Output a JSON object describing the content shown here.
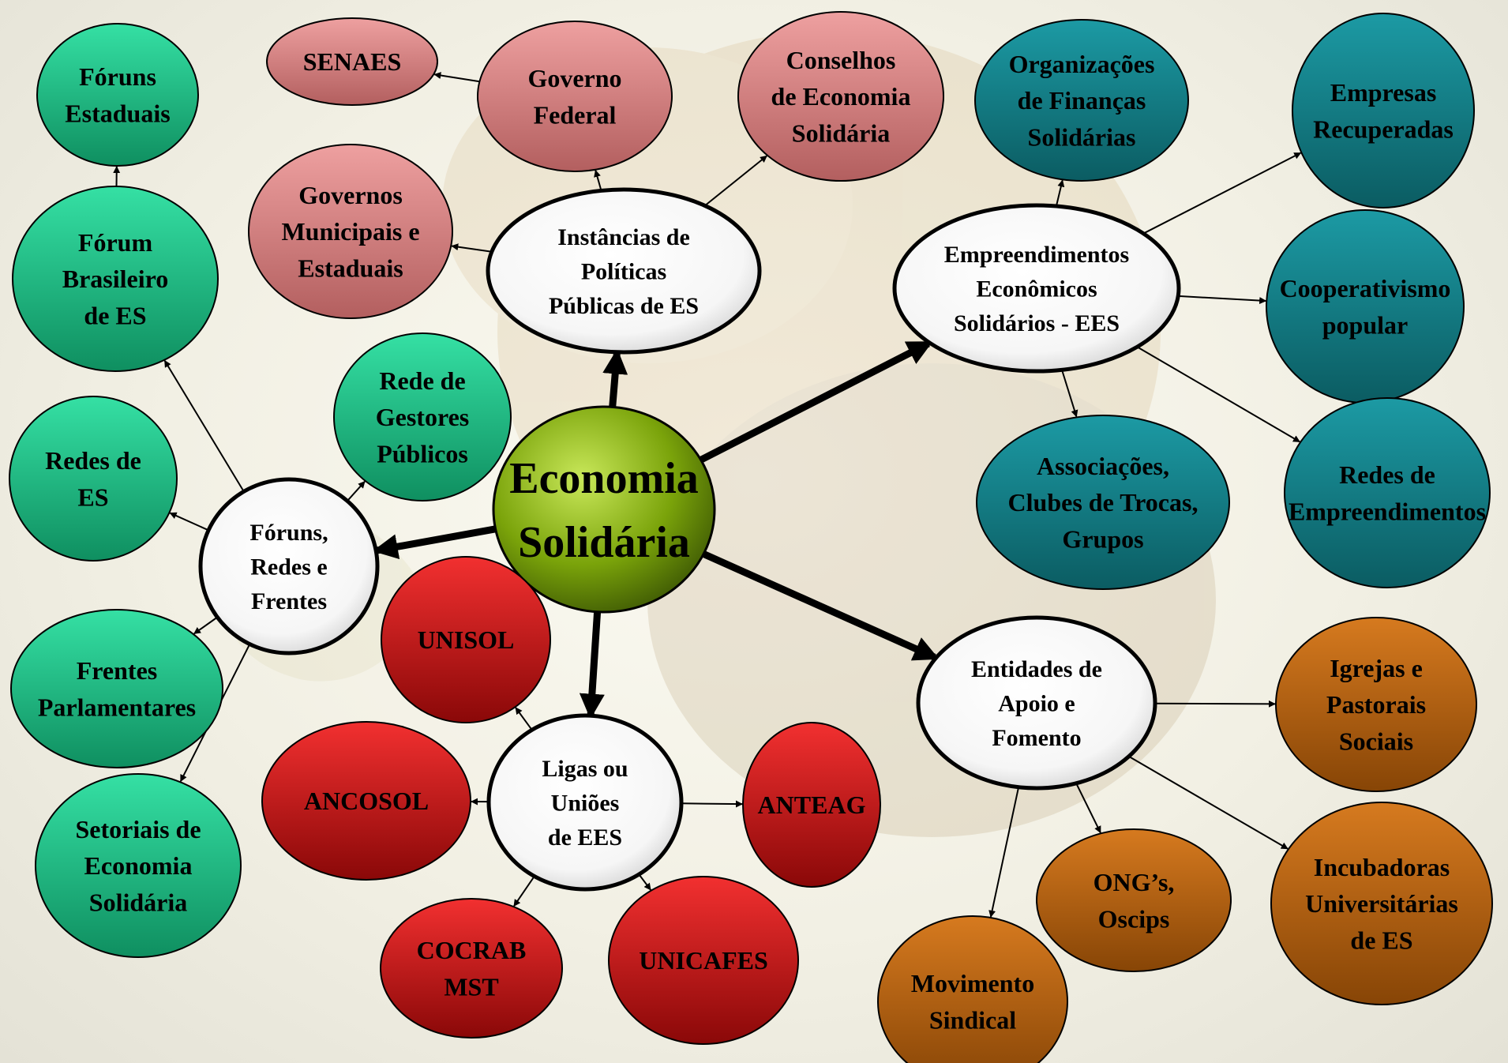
{
  "colors": {
    "root": "#7aa30a",
    "hub": "#ffffff",
    "green": "#19b77f",
    "pink": "#d97e7e",
    "teal": "#117e87",
    "red": "#c41616",
    "orange": "#b3600d"
  },
  "root": {
    "lines": [
      "Economia",
      "Solidária"
    ]
  },
  "nodes": [
    {
      "id": "hub-policies",
      "kind": "hub",
      "lines": [
        "Instâncias de",
        "Políticas",
        "Públicas de ES"
      ]
    },
    {
      "id": "hub-enterprises",
      "kind": "hub",
      "lines": [
        "Empreendimentos",
        "Econômicos",
        "Solidários - EES"
      ]
    },
    {
      "id": "hub-forums",
      "kind": "hub",
      "lines": [
        "Fóruns,",
        "Redes e",
        "Frentes"
      ]
    },
    {
      "id": "hub-leagues",
      "kind": "hub",
      "lines": [
        "Ligas ou",
        "Uniões",
        "de EES"
      ]
    },
    {
      "id": "hub-support",
      "kind": "hub",
      "lines": [
        "Entidades de",
        "Apoio e",
        "Fomento"
      ]
    },
    {
      "id": "senaes",
      "kind": "pink",
      "lines": [
        "SENAES"
      ]
    },
    {
      "id": "governo-federal",
      "kind": "pink",
      "lines": [
        "Governo",
        "Federal"
      ]
    },
    {
      "id": "conselhos",
      "kind": "pink",
      "lines": [
        "Conselhos",
        "de Economia",
        "Solidária"
      ]
    },
    {
      "id": "governos-municipais",
      "kind": "pink",
      "lines": [
        "Governos",
        "Municipais e",
        "Estaduais"
      ]
    },
    {
      "id": "foruns-estaduais",
      "kind": "green",
      "lines": [
        "Fóruns",
        "Estaduais"
      ]
    },
    {
      "id": "forum-brasileiro",
      "kind": "green",
      "lines": [
        "Fórum",
        "Brasileiro",
        "de ES"
      ]
    },
    {
      "id": "rede-gestores",
      "kind": "green",
      "lines": [
        "Rede de",
        "Gestores",
        "Públicos"
      ]
    },
    {
      "id": "redes-es",
      "kind": "green",
      "lines": [
        "Redes de",
        "ES"
      ]
    },
    {
      "id": "frentes-parlamentares",
      "kind": "green",
      "lines": [
        "Frentes",
        "Parlamentares"
      ]
    },
    {
      "id": "setoriais",
      "kind": "green",
      "lines": [
        "Setoriais de",
        "Economia",
        "Solidária"
      ]
    },
    {
      "id": "org-financas",
      "kind": "teal",
      "lines": [
        "Organizações",
        "de Finanças",
        "Solidárias"
      ]
    },
    {
      "id": "empresas-recuperadas",
      "kind": "teal",
      "lines": [
        "Empresas",
        "Recuperadas"
      ]
    },
    {
      "id": "cooperativismo",
      "kind": "teal",
      "lines": [
        "Cooperativismo",
        "popular"
      ]
    },
    {
      "id": "associacoes",
      "kind": "teal",
      "lines": [
        "Associações,",
        "Clubes de Trocas,",
        "Grupos"
      ]
    },
    {
      "id": "redes-empreendimentos",
      "kind": "teal",
      "lines": [
        "Redes de",
        "Empreendimentos"
      ]
    },
    {
      "id": "unisol",
      "kind": "red",
      "lines": [
        "UNISOL"
      ]
    },
    {
      "id": "ancosol",
      "kind": "red",
      "lines": [
        "ANCOSOL"
      ]
    },
    {
      "id": "anteag",
      "kind": "red",
      "lines": [
        "ANTEAG"
      ]
    },
    {
      "id": "cocrab",
      "kind": "red",
      "lines": [
        "COCRAB",
        "MST"
      ]
    },
    {
      "id": "unicafes",
      "kind": "red",
      "lines": [
        "UNICAFES"
      ]
    },
    {
      "id": "igrejas",
      "kind": "orange",
      "lines": [
        "Igrejas e",
        "Pastorais",
        "Sociais"
      ]
    },
    {
      "id": "ongs",
      "kind": "orange",
      "lines": [
        "ONG’s,",
        "Oscips"
      ]
    },
    {
      "id": "incubadoras",
      "kind": "orange",
      "lines": [
        "Incubadoras",
        "Universitárias",
        "de ES"
      ]
    },
    {
      "id": "movimento-sindical",
      "kind": "orange",
      "lines": [
        "Movimento",
        "Sindical"
      ]
    }
  ],
  "edges": [
    {
      "from": "root",
      "to": "hub-policies",
      "thick": true
    },
    {
      "from": "root",
      "to": "hub-enterprises",
      "thick": true
    },
    {
      "from": "root",
      "to": "hub-forums",
      "thick": true
    },
    {
      "from": "root",
      "to": "hub-leagues",
      "thick": true
    },
    {
      "from": "root",
      "to": "hub-support",
      "thick": true
    },
    {
      "from": "governo-federal",
      "to": "senaes"
    },
    {
      "from": "hub-policies",
      "to": "governo-federal"
    },
    {
      "from": "hub-policies",
      "to": "conselhos"
    },
    {
      "from": "hub-policies",
      "to": "governos-municipais"
    },
    {
      "from": "hub-forums",
      "to": "forum-brasileiro"
    },
    {
      "from": "forum-brasileiro",
      "to": "foruns-estaduais"
    },
    {
      "from": "hub-forums",
      "to": "rede-gestores"
    },
    {
      "from": "hub-forums",
      "to": "redes-es"
    },
    {
      "from": "hub-forums",
      "to": "frentes-parlamentares"
    },
    {
      "from": "hub-forums",
      "to": "setoriais"
    },
    {
      "from": "hub-enterprises",
      "to": "org-financas"
    },
    {
      "from": "hub-enterprises",
      "to": "empresas-recuperadas"
    },
    {
      "from": "hub-enterprises",
      "to": "cooperativismo"
    },
    {
      "from": "hub-enterprises",
      "to": "associacoes"
    },
    {
      "from": "hub-enterprises",
      "to": "redes-empreendimentos"
    },
    {
      "from": "hub-leagues",
      "to": "unisol"
    },
    {
      "from": "hub-leagues",
      "to": "ancosol"
    },
    {
      "from": "hub-leagues",
      "to": "anteag"
    },
    {
      "from": "hub-leagues",
      "to": "cocrab"
    },
    {
      "from": "hub-leagues",
      "to": "unicafes"
    },
    {
      "from": "hub-support",
      "to": "igrejas"
    },
    {
      "from": "hub-support",
      "to": "ongs"
    },
    {
      "from": "hub-support",
      "to": "incubadoras"
    },
    {
      "from": "hub-support",
      "to": "movimento-sindical"
    }
  ]
}
